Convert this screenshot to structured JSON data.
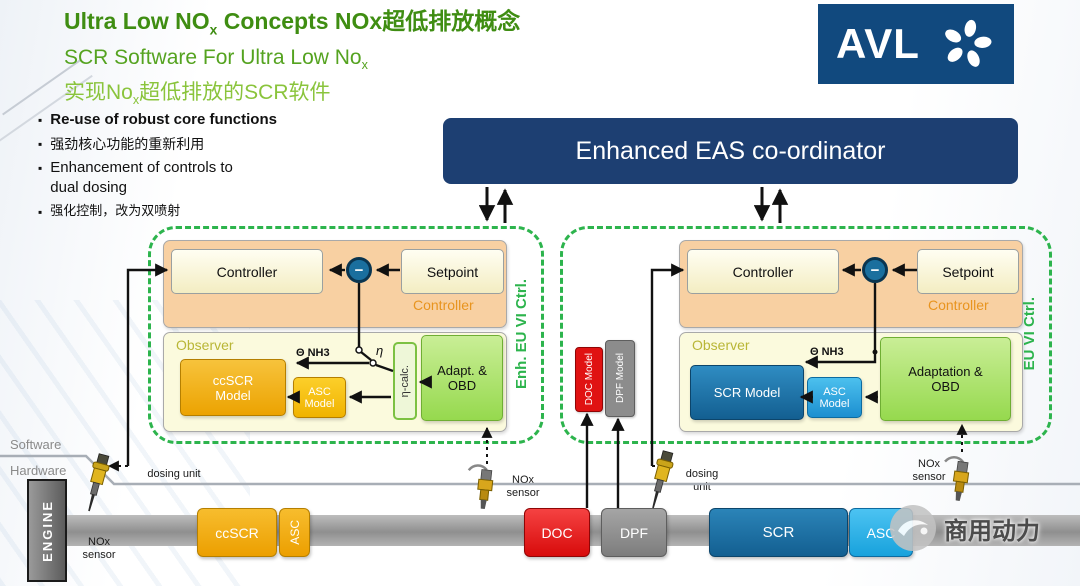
{
  "slide": {
    "title_line1_pre": "Ultra Low NO",
    "title_line1_sub": "x",
    "title_line1_post": " Concepts NOx超低排放概念",
    "title_line2_pre": "SCR Software For Ultra Low No",
    "title_line2_sub": "x",
    "title_line3_pre": "实现No",
    "title_line3_sub": "x",
    "title_line3_post": "超低排放的SCR软件",
    "logo_text": "AVL",
    "bullets": [
      "Re-use of robust core functions",
      "强劲核心功能的重新利用",
      "Enhancement of controls to dual dosing",
      "强化控制，改为双喷射"
    ],
    "coordinator_label": "Enhanced EAS co-ordinator",
    "watermark_text": "商用动力"
  },
  "left_system": {
    "side_label": "Enh. EU VI Ctrl.",
    "controller_box": "Controller",
    "setpoint_box": "Setpoint",
    "minus": "−",
    "controller_caption": "Controller",
    "observer_caption": "Observer",
    "model_box": "ccSCR Model",
    "asc_box": "ASC Model",
    "theta_label": "Θ NH3",
    "eta_label": "η",
    "eta_calc_box": "η-calc.",
    "adapt_box": "Adapt. & OBD"
  },
  "right_system": {
    "side_label": "EU VI Ctrl.",
    "controller_box": "Controller",
    "setpoint_box": "Setpoint",
    "minus": "−",
    "controller_caption": "Controller",
    "observer_caption": "Observer",
    "model_box": "SCR Model",
    "asc_box": "ASC Model",
    "theta_label": "Θ NH3",
    "adapt_box": "Adaptation & OBD"
  },
  "mid_models": {
    "doc_model": "DOC Model",
    "dpf_model": "DPF Model"
  },
  "layers": {
    "software": "Software",
    "hardware": "Hardware"
  },
  "hardware": {
    "engine": "ENGINE",
    "ccscr": "ccSCR",
    "asc_left": "ASC",
    "doc": "DOC",
    "dpf": "DPF",
    "scr": "SCR",
    "asc_right": "ASC",
    "dosing_unit": "dosing unit",
    "nox_sensor": "NOx sensor"
  },
  "colors": {
    "title_green": "#3f8d12",
    "accent_green": "#2db44d",
    "coordinator_navy": "#1d3f72",
    "avl_blue": "#11497e",
    "orange": "#eca301",
    "red": "#e01212",
    "gray": "#8c8c8c",
    "scr_blue": "#135f91",
    "asc_light_blue": "#18a2dc",
    "adapt_green": "#96d94e"
  }
}
